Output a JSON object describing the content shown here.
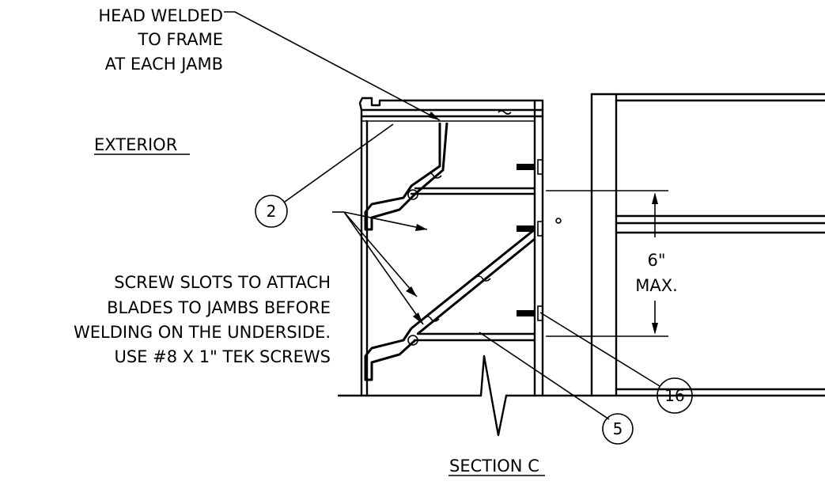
{
  "notes": {
    "head_welded": [
      "HEAD WELDED",
      "TO FRAME",
      "AT EACH JAMB"
    ],
    "exterior": "EXTERIOR",
    "screw_slots": [
      "SCREW SLOTS TO ATTACH",
      "BLADES TO JAMBS BEFORE",
      "WELDING ON THE UNDERSIDE.",
      "USE #8 X 1\" TEK SCREWS"
    ],
    "dimension": [
      "6\"",
      "MAX."
    ],
    "section_title": "SECTION C"
  },
  "callouts": {
    "head": "2",
    "blade": "5",
    "screw": "16"
  }
}
